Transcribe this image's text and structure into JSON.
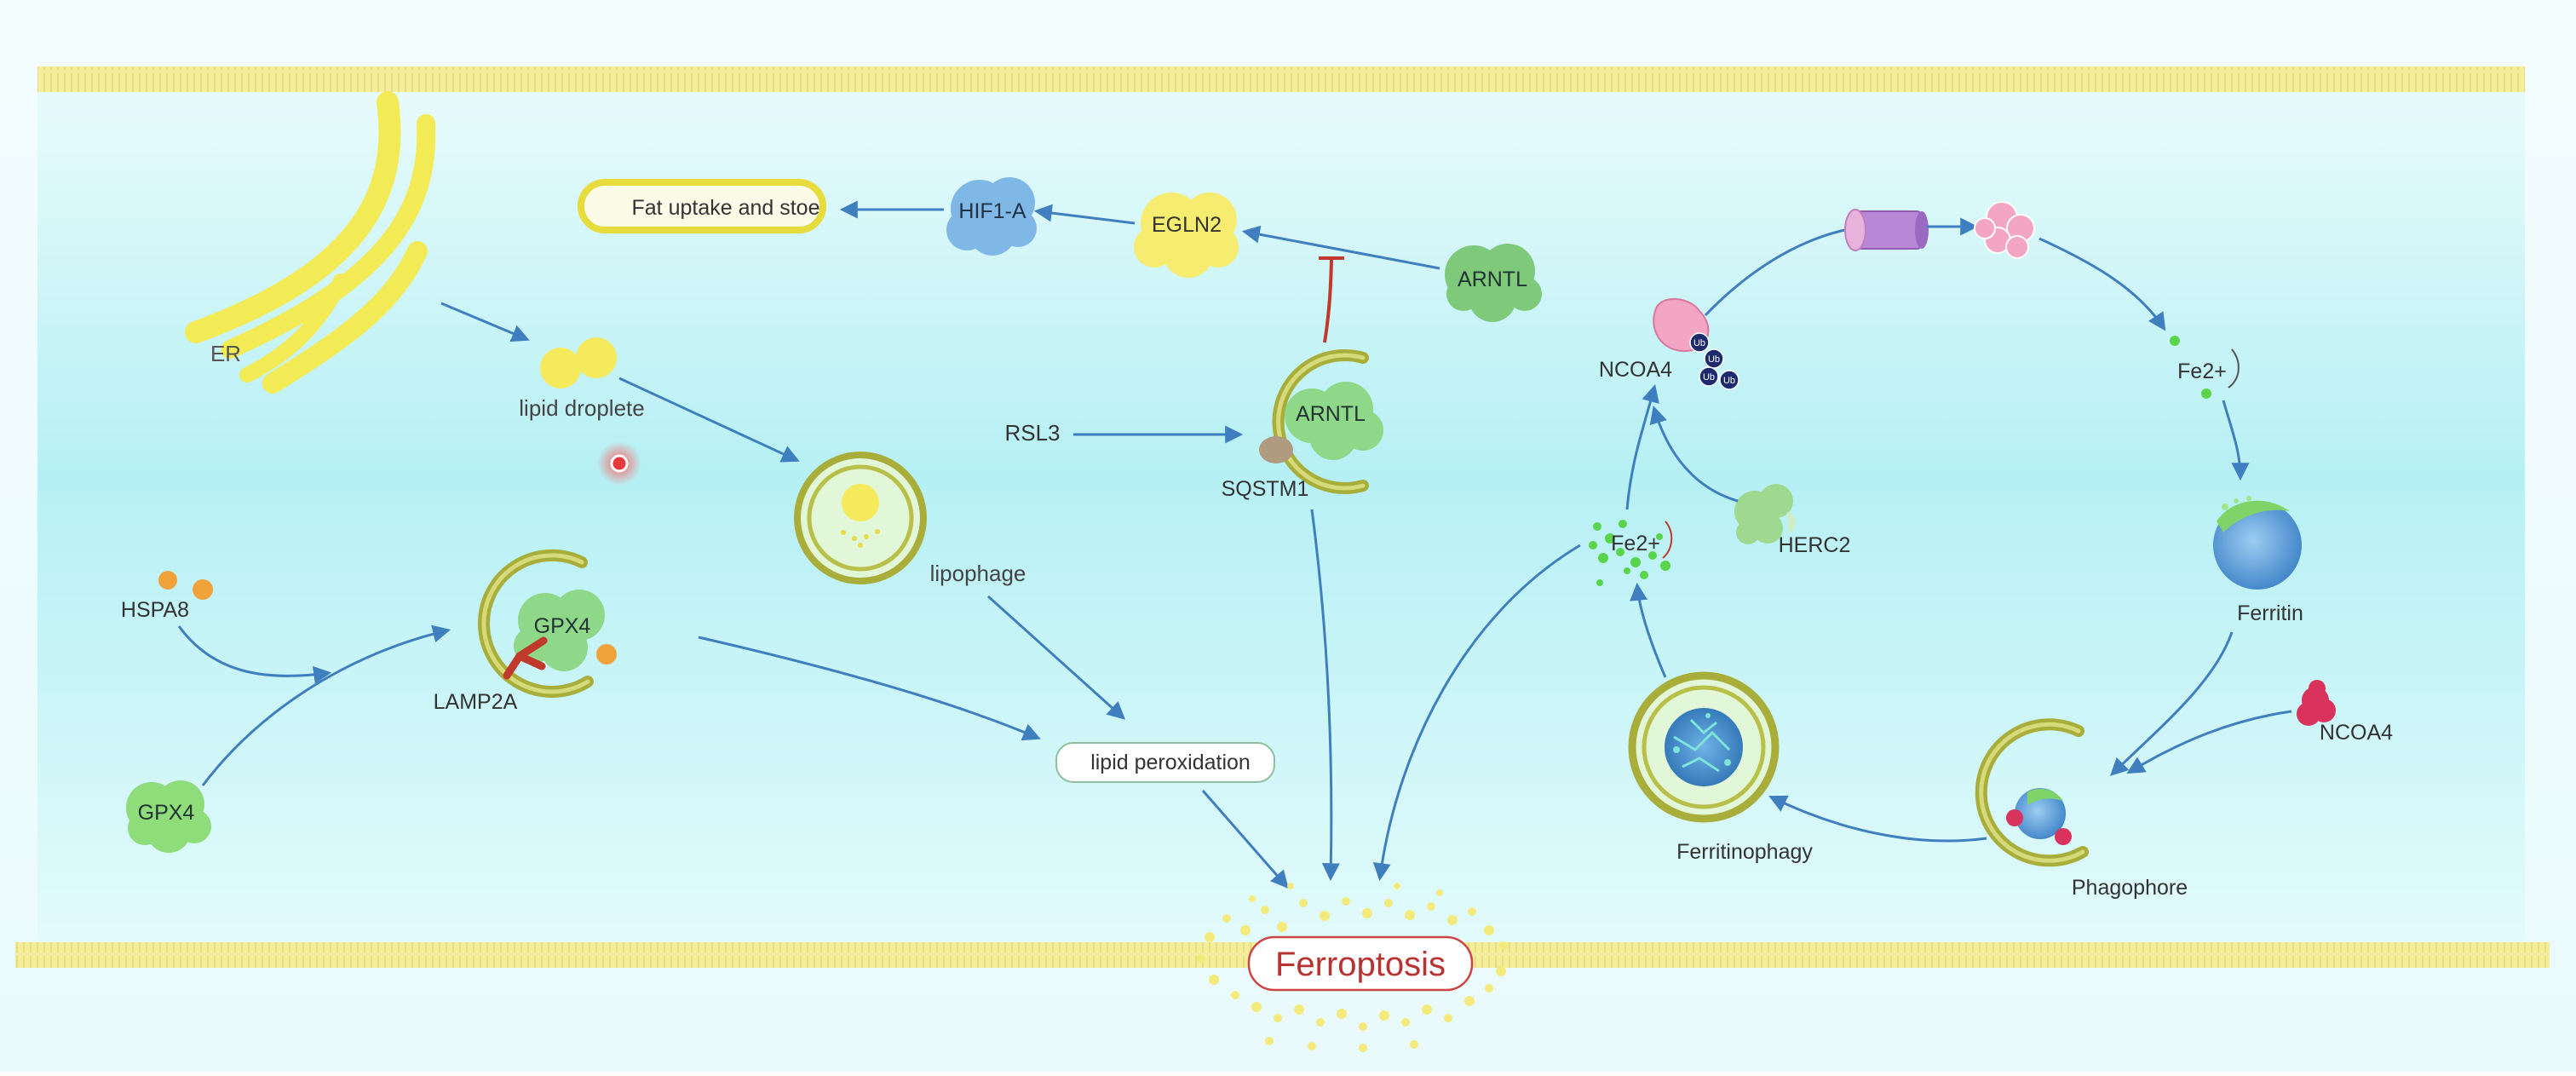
{
  "labels": {
    "er": "ER",
    "lipid_droplete": "lipid droplete",
    "fat_uptake": "Fat uptake and stoe",
    "hif1a": "HIF1-A",
    "egln2": "EGLN2",
    "arntl_top": "ARNTL",
    "arntl_bound": "ARNTL",
    "rsl3": "RSL3",
    "sqstm1": "SQSTM1",
    "lipophage": "lipophage",
    "hspa8": "HSPA8",
    "gpx4_bound": "GPX4",
    "gpx4_free": "GPX4",
    "lamp2a": "LAMP2A",
    "lipid_peroxidation": "lipid peroxidation",
    "ferroptosis": "Ferroptosis",
    "ncoa4_top": "NCOA4",
    "fe2_top": "Fe2+",
    "fe2_left": "Fe2+",
    "herc2": "HERC2",
    "ferritin": "Ferritin",
    "ncoa4_right": "NCOA4",
    "phagophore": "Phagophore",
    "ferritinophagy": "Ferritinophagy",
    "ub": "Ub"
  },
  "colors": {
    "membrane": "#f2ec9a",
    "cytoplasm": "#bff3f6",
    "arrow": "#3f7fbf",
    "inhibit": "#c0392b",
    "green_protein": "#8fd88a",
    "yellow_protein": "#f5ec70",
    "blue_protein": "#7fb7e6",
    "olive_ring": "#a9ad3a",
    "ferroptosis_red": "#b83232"
  }
}
